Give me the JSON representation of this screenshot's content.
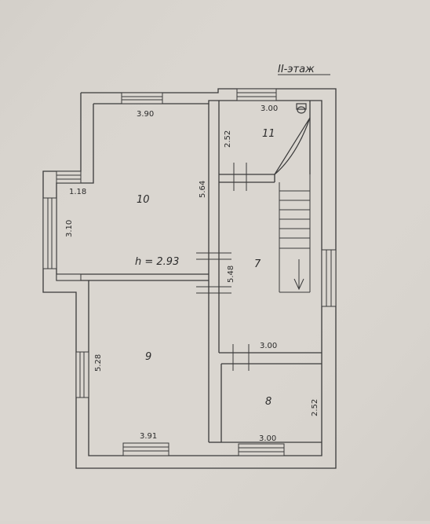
{
  "floor_label": "II-этаж",
  "ceiling_height": "h = 2.93",
  "rooms": [
    {
      "number": "10"
    },
    {
      "number": "11"
    },
    {
      "number": "7"
    },
    {
      "number": "9"
    },
    {
      "number": "8"
    }
  ],
  "dimensions": {
    "room10_top": "3.90",
    "room10_left_upper": "1.18",
    "room10_left_bay": "3.10",
    "room10_right": "5.64",
    "room11_top": "3.00",
    "room11_left": "2.52",
    "room7_height": "5.48",
    "room7_bottom": "3.00",
    "room9_left": "5.28",
    "room9_bottom": "3.91",
    "room8_bottom": "3.00",
    "room8_right": "2.52"
  }
}
